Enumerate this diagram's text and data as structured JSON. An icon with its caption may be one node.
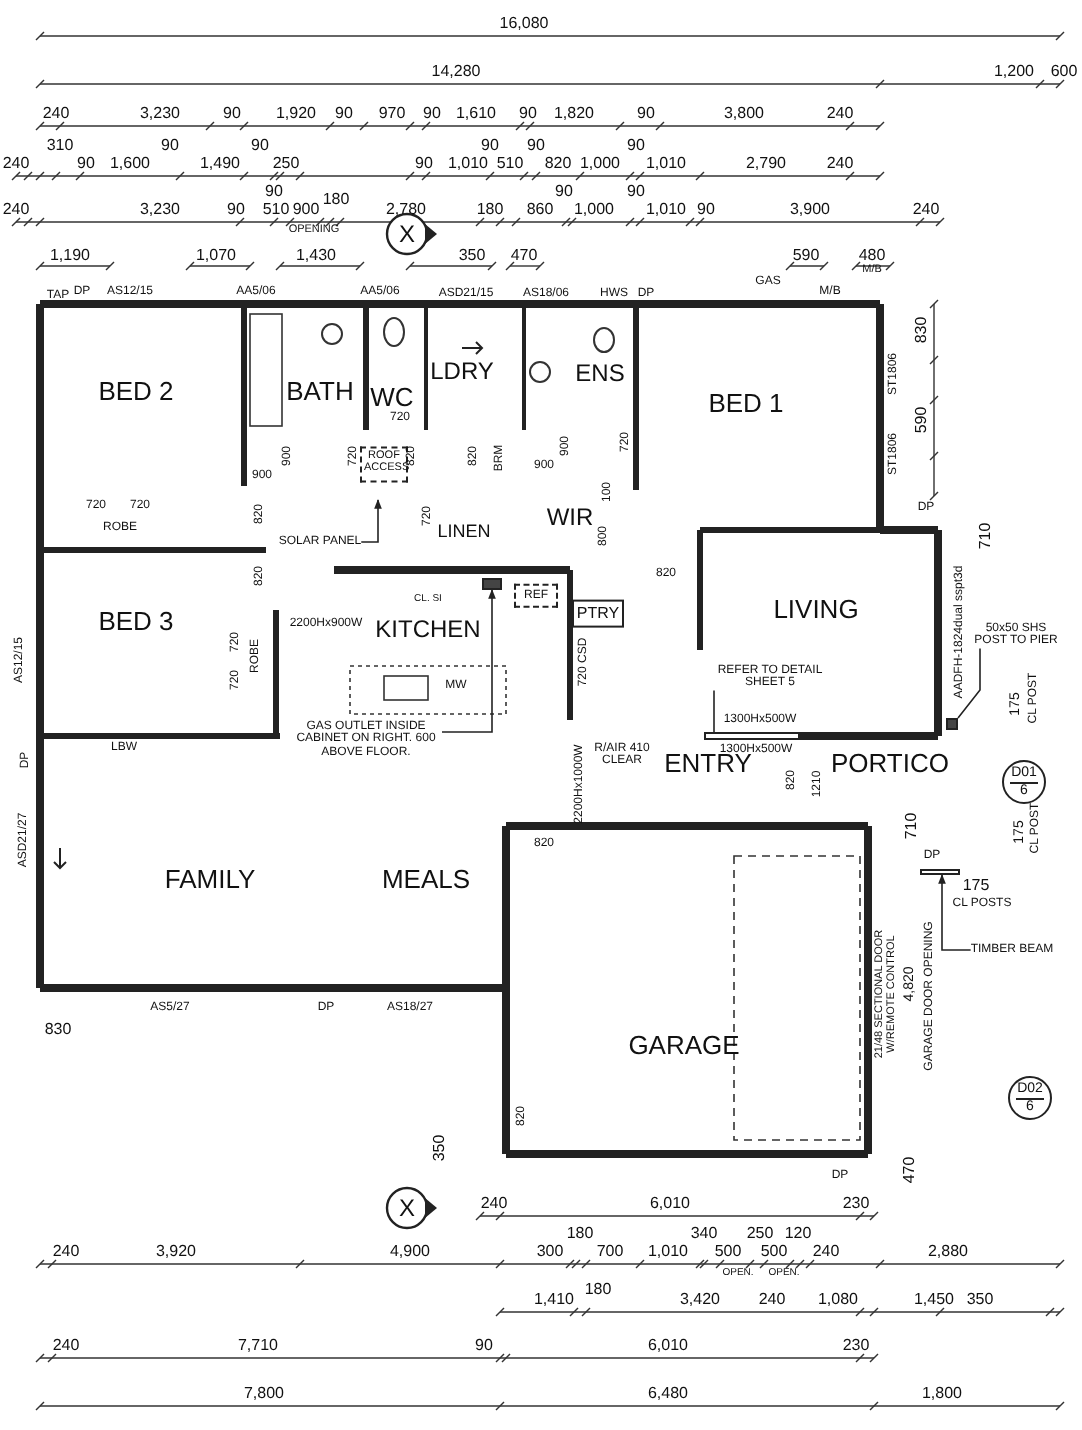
{
  "diagram": {
    "nodes": [
      {
        "text": [
          "X"
        ]
      },
      {
        "text": [
          "BED 2"
        ]
      },
      {
        "text": [
          "BATH"
        ]
      },
      {
        "text": [
          "WC"
        ]
      },
      {
        "text": [
          "LDRY"
        ]
      },
      {
        "text": [
          "ENS"
        ]
      },
      {
        "text": [
          "BED 1"
        ]
      },
      {
        "text": [
          "ROOF ACCESS"
        ]
      },
      {
        "text": [
          "ROBE"
        ]
      },
      {
        "text": [
          "LINEN"
        ]
      },
      {
        "text": [
          "SOLAR PANEL"
        ]
      },
      {
        "text": [
          "WIR"
        ]
      },
      {
        "text": [
          "REF"
        ]
      },
      {
        "text": [
          "KITCHEN"
        ]
      },
      {
        "text": [
          "PTRY"
        ]
      },
      {
        "text": [
          "BED 3"
        ]
      },
      {
        "text": [
          "ROBE"
        ]
      },
      {
        "text": [
          "LIVING"
        ]
      },
      {
        "text": [
          "REFER TO DETAIL SHEET 5"
        ]
      },
      {
        "text": [
          "GAS OUTLET INSIDE CABINET ON RIGHT. 600 ABOVE FLOOR."
        ]
      },
      {
        "text": [
          "ENTRY"
        ]
      },
      {
        "text": [
          "PORTICO"
        ]
      },
      {
        "text": [
          "50x50 SHS POST TO PIER"
        ]
      },
      {
        "text": [
          "D01",
          "6"
        ]
      },
      {
        "text": [
          "FAMILY"
        ]
      },
      {
        "text": [
          "MEALS"
        ]
      },
      {
        "text": [
          "TIMBER BEAM"
        ]
      },
      {
        "text": [
          "GARAGE"
        ]
      },
      {
        "text": [
          "D02",
          "6"
        ]
      },
      {
        "text": [
          "X"
        ]
      },
      {
        "text": [],
        "shape": "bar"
      },
      {
        "text": [],
        "shape": "box"
      },
      {
        "text": [],
        "shape": "bar"
      },
      {
        "text": [],
        "shape": "box"
      }
    ],
    "edges": [
      {
        "from": 10,
        "to": null,
        "arrow": "to"
      },
      {
        "from": 19,
        "to": 33,
        "arrow": "to"
      },
      {
        "from": 18,
        "to": 30,
        "arrow": "none"
      },
      {
        "from": 22,
        "to": 31,
        "arrow": "none"
      },
      {
        "from": 26,
        "to": 32,
        "arrow": "to"
      }
    ],
    "labels": [
      "16,080",
      "14,280",
      "1,200",
      "600",
      "240",
      "3,230",
      "90",
      "1,920",
      "90",
      "970",
      "90",
      "1,610",
      "90",
      "1,820",
      "90",
      "3,800",
      "240",
      "310",
      "90",
      "90",
      "90",
      "90",
      "90",
      "240",
      "90",
      "1,600",
      "1,490",
      "250",
      "90",
      "1,010",
      "510",
      "820",
      "1,000",
      "1,010",
      "2,790",
      "240",
      "90",
      "90",
      "90",
      "240",
      "3,230",
      "90",
      "510",
      "900",
      "180",
      "2,780",
      "180",
      "860",
      "1,000",
      "1,010",
      "90",
      "3,900",
      "240",
      "OPENING",
      "1,190",
      "1,070",
      "1,430",
      "350",
      "470",
      "590",
      "480",
      "M/B",
      "TAP",
      "DP",
      "AS12/15",
      "AA5/06",
      "AA5/06",
      "ASD21/15",
      "AS18/06",
      "HWS",
      "DP",
      "GAS",
      "M/B",
      "830",
      "ST1806",
      "590",
      "ST1806",
      "720",
      "900",
      "900",
      "720",
      "820",
      "820",
      "BRM",
      "900",
      "900",
      "720",
      "720",
      "720",
      "820",
      "720",
      "100",
      "DP",
      "800",
      "710",
      "820",
      "CL. SI",
      "820",
      "2200Hx900W",
      "AADFH-1824dual sspt3d",
      "720",
      "720 CSD",
      "720",
      "MW",
      "175",
      "CL POST",
      "1300Hx500W",
      "LBW",
      "R/AIR 410 CLEAR",
      "1300Hx500W",
      "2200Hx1000W",
      "820",
      "1210",
      "AS12/15",
      "DP",
      "ASD21/27",
      "820",
      "710",
      "175",
      "CL POST",
      "DP",
      "175",
      "CL POSTS",
      "21/48 SECTIONAL DOOR W/REMOTE CONTROL",
      "4,820",
      "GARAGE DOOR OPENING",
      "AS5/27",
      "DP",
      "AS18/27",
      "830",
      "820",
      "350",
      "470",
      "DP",
      "240",
      "6,010",
      "230",
      "180",
      "340",
      "250",
      "120",
      "240",
      "3,920",
      "4,900",
      "300",
      "700",
      "1,010",
      "500",
      "500",
      "240",
      "2,880",
      "OPEN.",
      "OPEN.",
      "180",
      "1,410",
      "3,420",
      "240",
      "1,080",
      "1,450",
      "350",
      "240",
      "7,710",
      "90",
      "6,010",
      "230",
      "7,800",
      "6,480",
      "1,800"
    ]
  }
}
